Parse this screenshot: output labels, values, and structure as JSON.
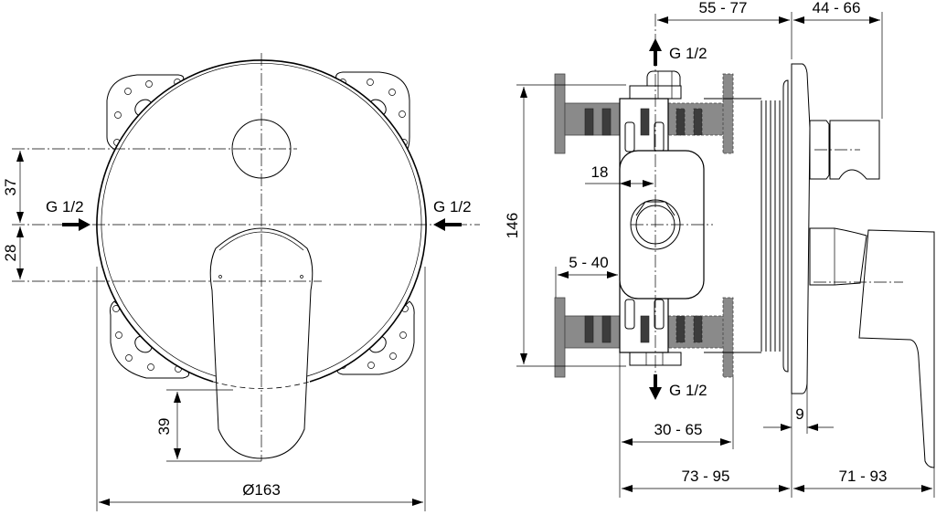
{
  "drawing": {
    "front_view": {
      "dim_upper_offset": "37",
      "dim_lower_offset": "28",
      "dim_lever_overhang": "39",
      "dim_diameter": "Ø163",
      "inlet_left_label": "G 1/2",
      "inlet_right_label": "G 1/2"
    },
    "side_view": {
      "dim_body_depth_top": "55 - 77",
      "dim_trim_depth_top": "44 - 66",
      "dim_height": "146",
      "dim_inlet_offset": "18",
      "dim_wall_range": "5 - 40",
      "dim_install_range": "30 - 65",
      "dim_body_depth_bottom": "73 - 95",
      "dim_trim_depth_bottom": "71 - 93",
      "dim_plate_thickness": "9",
      "outlet_top_label": "G 1/2",
      "outlet_bottom_label": "G 1/2"
    }
  }
}
